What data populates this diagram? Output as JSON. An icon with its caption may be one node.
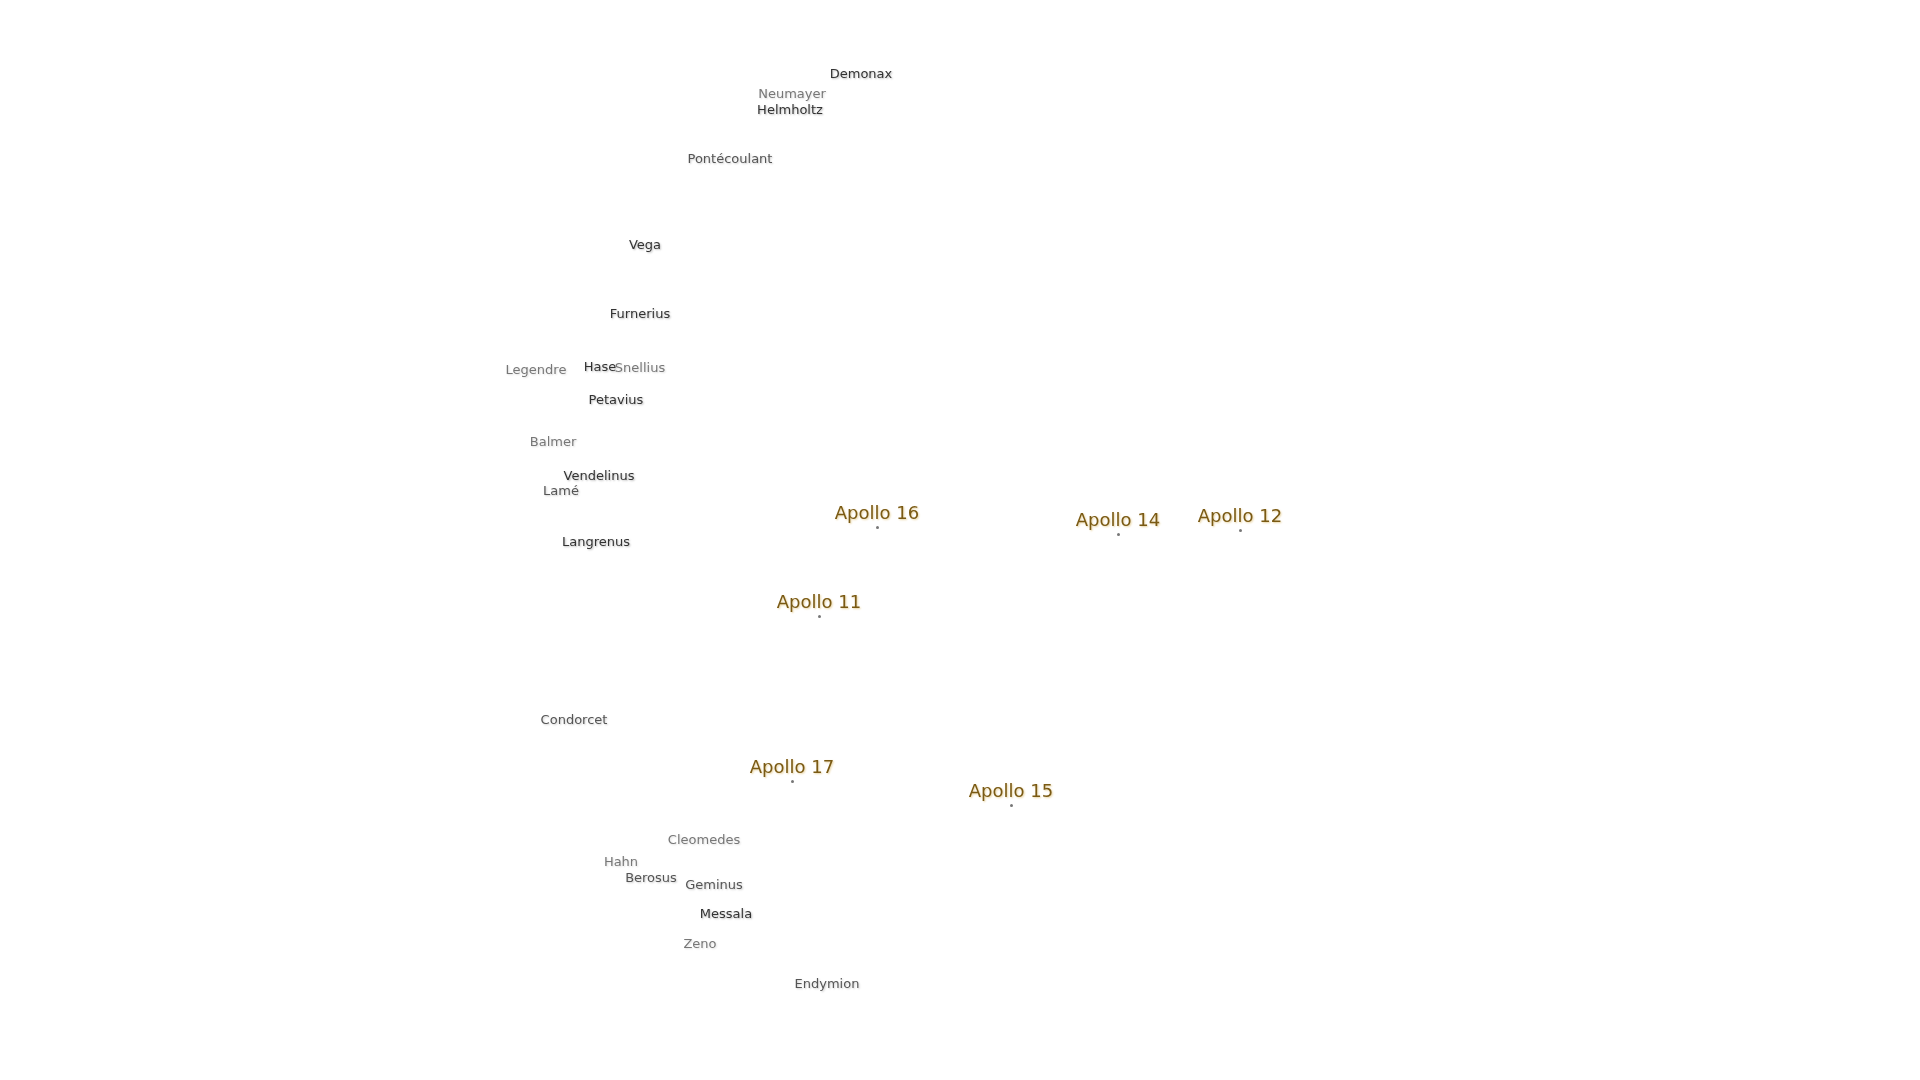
{
  "diagram": {
    "labels": [
      "Demonax",
      "Neumayer",
      "Helmholtz",
      "Pontécoulant",
      "Vega",
      "Furnerius",
      "Legendre",
      "Hase",
      "Snellius",
      "Petavius",
      "Balmer",
      "Vendelinus",
      "Lamé",
      "Apollo 16",
      "Apollo 14",
      "Apollo 12",
      "Langrenus",
      "Apollo 11",
      "Condorcet",
      "Apollo 17",
      "Apollo 15",
      "Cleomedes",
      "Hahn",
      "Berosus",
      "Geminus",
      "Messala",
      "Zeno",
      "Endymion"
    ]
  }
}
